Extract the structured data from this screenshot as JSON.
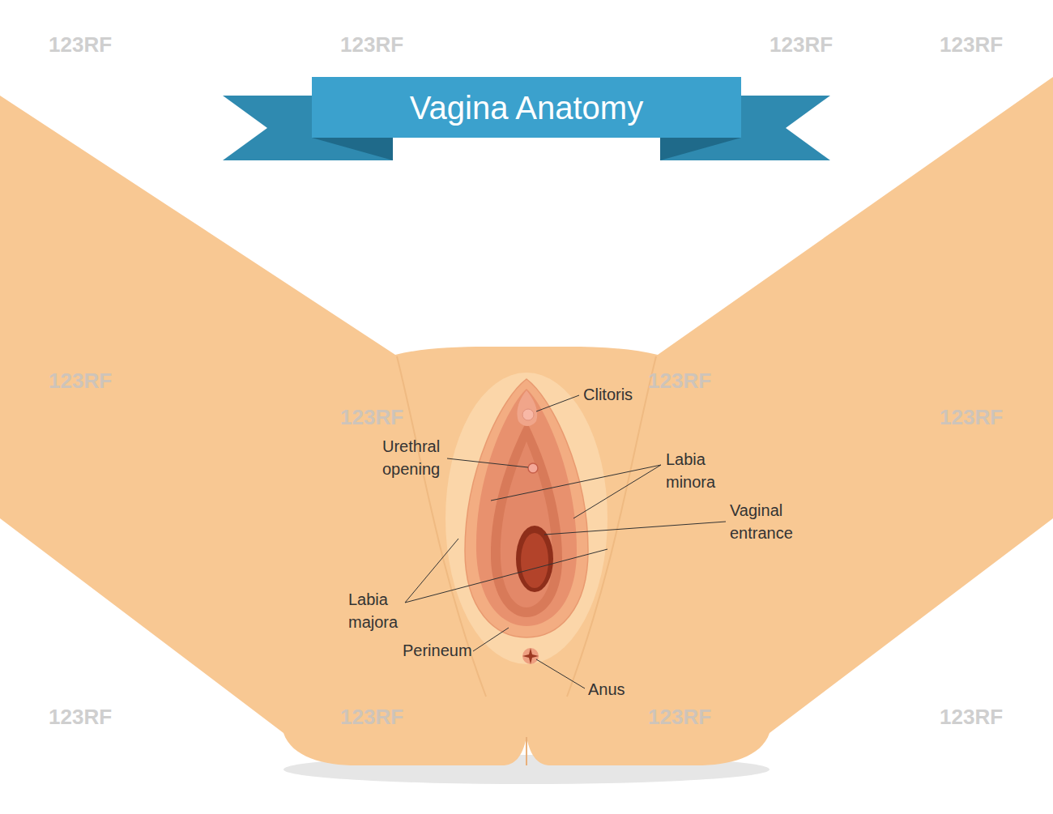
{
  "diagram": {
    "title": "Vagina Anatomy",
    "labels": [
      "Clitoris",
      "Urethral opening",
      "Labia minora",
      "Vaginal entrance",
      "Labia majora",
      "Perineum",
      "Anus",
      "123RF",
      "123RF",
      "123RF",
      "123RF",
      "123RF",
      "123RF",
      "123RF",
      "123RF",
      "123RF",
      "123RF",
      "123RF",
      "123RF"
    ]
  }
}
